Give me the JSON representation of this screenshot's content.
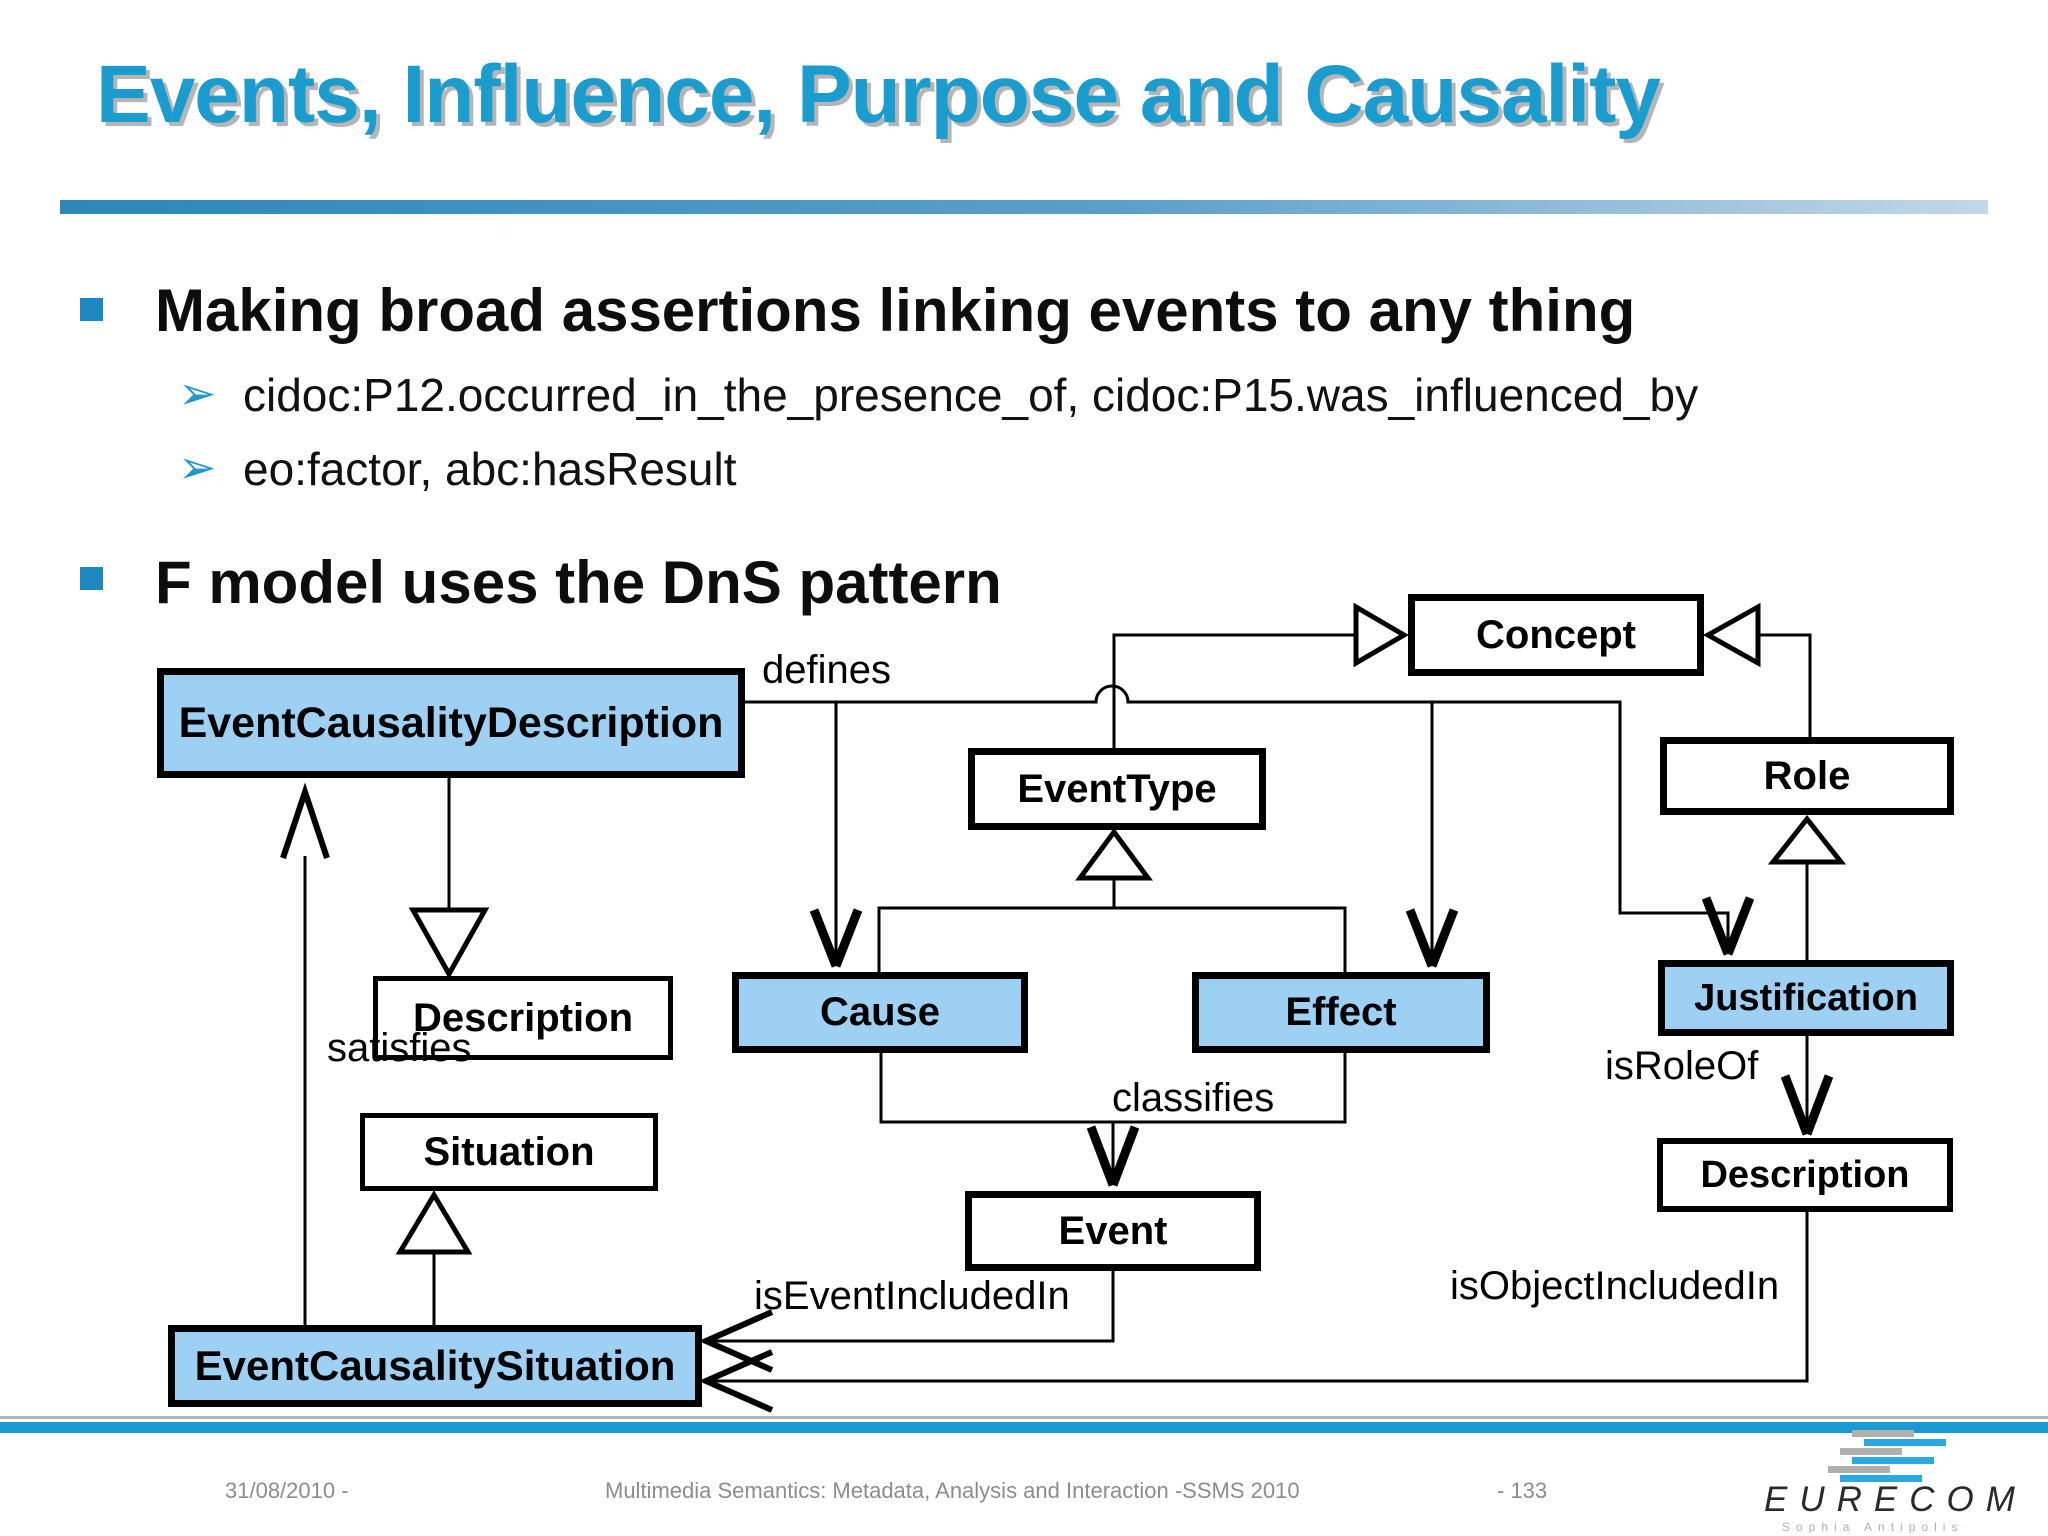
{
  "slide": {
    "title": "Events, Influence, Purpose and Causality",
    "bullets": {
      "b1": "Making broad assertions linking events to any thing",
      "s1": "cidoc:P12.occurred_in_the_presence_of, cidoc:P15.was_influenced_by",
      "s2": "eo:factor, abc:hasResult",
      "b2": "F model uses the DnS pattern"
    },
    "sub_bullet_glyph": "➢"
  },
  "diagram": {
    "nodes": {
      "event_causality_description": {
        "label": "EventCausalityDescription",
        "fill": "#9ed0f3"
      },
      "concept": {
        "label": "Concept",
        "fill": "#ffffff"
      },
      "event_type": {
        "label": "EventType",
        "fill": "#ffffff"
      },
      "role": {
        "label": "Role",
        "fill": "#ffffff"
      },
      "description_left": {
        "label": "Description",
        "fill": "#ffffff"
      },
      "cause": {
        "label": "Cause",
        "fill": "#9ed0f3"
      },
      "effect": {
        "label": "Effect",
        "fill": "#9ed0f3"
      },
      "justification": {
        "label": "Justification",
        "fill": "#9ed0f3"
      },
      "situation": {
        "label": "Situation",
        "fill": "#ffffff"
      },
      "event": {
        "label": "Event",
        "fill": "#ffffff"
      },
      "description_right": {
        "label": "Description",
        "fill": "#ffffff"
      },
      "event_causality_situation": {
        "label": "EventCausalitySituation",
        "fill": "#9ed0f3"
      }
    },
    "edge_labels": {
      "defines": "defines",
      "satisfies": "satisfies",
      "classifies": "classifies",
      "is_event_included_in": "isEventIncludedIn",
      "is_role_of": "isRoleOf",
      "is_object_included_in": "isObjectIncludedIn"
    }
  },
  "footer": {
    "date": "31/08/2010 -",
    "course": "Multimedia Semantics: Metadata, Analysis and Interaction -SSMS 2010",
    "page": "- 133",
    "logo_text": "EURECOM",
    "logo_subtext": "Sophia Antipolis"
  },
  "colors": {
    "title_blue": "#1b9ccf",
    "rule_gradient_left": "#2e86bb",
    "rule_gradient_right": "#c3d7e7",
    "bullet_square": "#1d87c2",
    "sub_bullet_arrow": "#2196cf",
    "node_fill_blue": "#9ed0f3",
    "node_border": "#000000",
    "footer_teal": "#1b9ad2",
    "footer_text_gray": "#8c8c8c",
    "logo_cyan": "#29a9e0",
    "logo_gray": "#b0b0b0"
  }
}
